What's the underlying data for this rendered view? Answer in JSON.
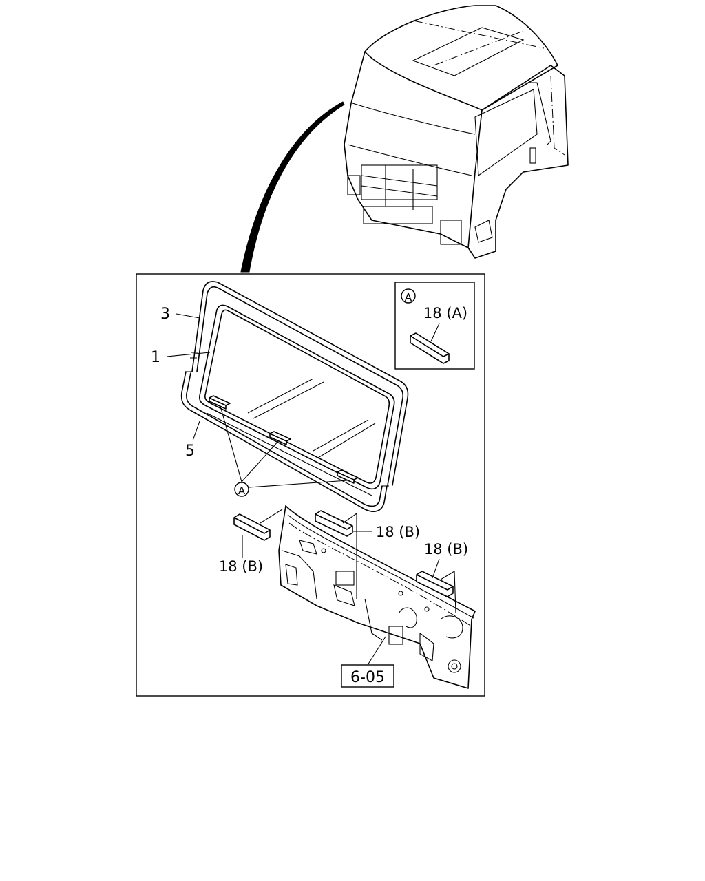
{
  "diagram": {
    "callouts": {
      "part_3": "3",
      "part_1": "1",
      "part_5": "5",
      "detail_marker": "A",
      "detail_box_marker": "A",
      "detail_box_part": "18 (A)",
      "part_18b_center": "18 (B)",
      "part_18b_left": "18 (B)",
      "part_18b_right": "18 (B)",
      "reference": "6-05"
    }
  }
}
